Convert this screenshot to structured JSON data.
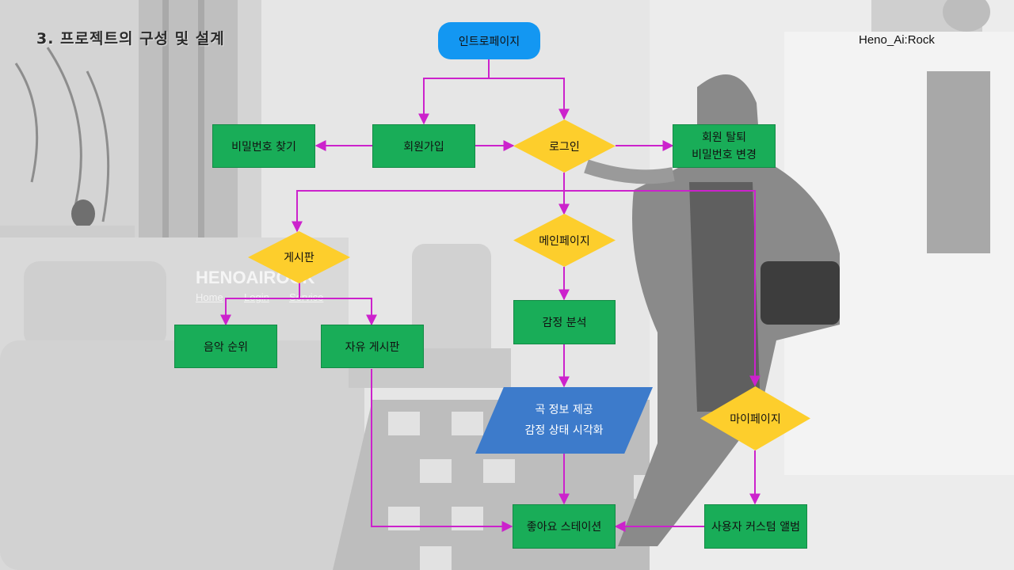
{
  "slide": {
    "title": "3. 프로젝트의 구성 및 설계",
    "brand": "Heno_Ai:Rock"
  },
  "watermark": {
    "logo": "HENOAIROCK",
    "nav": [
      "Home",
      "Login",
      "Service"
    ]
  },
  "colors": {
    "process": "#19ad58",
    "decision": "#fdce2c",
    "terminal": "#1397f2",
    "io": "#3d7bcb",
    "arrow": "#cc22cc"
  },
  "nodes": {
    "intro": "인트로페이지",
    "signup": "회원가입",
    "find_pw": "비밀번호 찾기",
    "login": "로그인",
    "account": {
      "line1": "회원 탈퇴",
      "line2": "비밀번호 변경"
    },
    "board": "게시판",
    "main": "메인페이지",
    "ranking": "음악 순위",
    "free_board": "자유 게시판",
    "emotion": "감정 분석",
    "song_info": {
      "line1": "곡 정보 제공",
      "line2": "감정 상태 시각화"
    },
    "mypage": "마이페이지",
    "like_station": "좋아요 스테이션",
    "custom_album": "사용자 커스텀 앨범"
  }
}
